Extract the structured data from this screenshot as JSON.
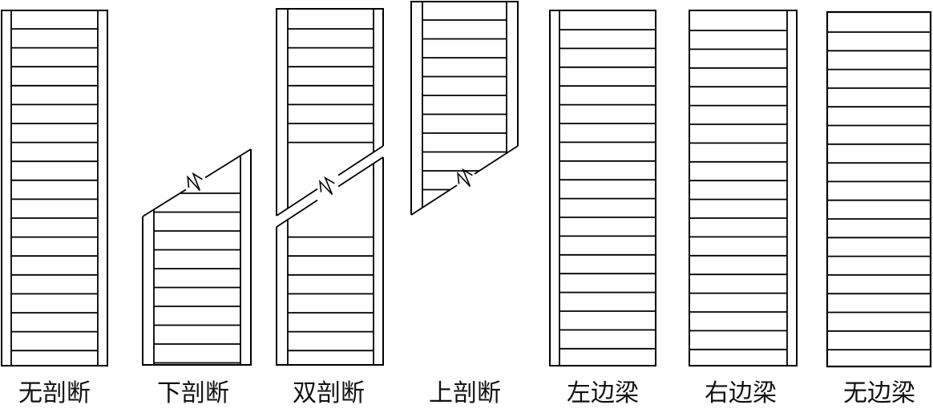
{
  "captions": {
    "no_break": "无剖断",
    "lower_break": "下剖断",
    "double_break": "双剖断",
    "upper_break": "上剖断",
    "left_beam": "左边梁",
    "right_beam": "右边梁",
    "no_beam": "无边梁"
  },
  "colors": {
    "line": "#000000",
    "background": "#ffffff",
    "text": "#111111"
  }
}
